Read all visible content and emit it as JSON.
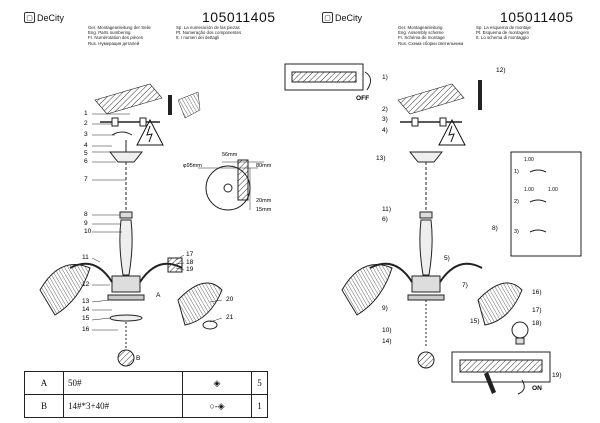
{
  "brand": "DeCity",
  "product_code": "105011405",
  "header_left": [
    "Ger. Montageanleitung der Seile",
    "Eng. Parts numbering",
    "Fr. Numérotation des pièces",
    "Rus. Нумерация деталей"
  ],
  "header_right": [
    "Sp. La numeración de las piezas",
    "Pt. Numeração dos componentes",
    "It. I numeri dei dettagli"
  ],
  "header2_left": [
    "Ger. Montageanleitung",
    "Eng. Assembly scheme",
    "Fr. Schéma de montage",
    "Rus. Схема сборки светильника"
  ],
  "header2_right": [
    "Sp. La esquema de montaje",
    "Pt. Esquema de montagem",
    "It. Lo schema di montaggio"
  ],
  "left_labels": [
    "1",
    "2",
    "3",
    "4",
    "5",
    "6",
    "7",
    "8",
    "9",
    "10",
    "11",
    "12",
    "13",
    "14",
    "15",
    "16",
    "17",
    "18",
    "19",
    "20",
    "21",
    "A",
    "B"
  ],
  "dimensions": {
    "diameter": "φ95mm",
    "d1": "56mm",
    "d2": "80mm",
    "d3": "15mm",
    "d4": "20mm"
  },
  "right_labels": [
    "1)",
    "2)",
    "3)",
    "4)",
    "5)",
    "6)",
    "7)",
    "8)",
    "9)",
    "10)",
    "11)",
    "12)",
    "13)",
    "14)",
    "15)",
    "16)",
    "17)",
    "18)",
    "19)"
  ],
  "switch_off": "OFF",
  "switch_on": "ON",
  "wire_steps": [
    "1)",
    "2)",
    "3)"
  ],
  "wire_dims": [
    "1.00",
    "1.00",
    "1.00"
  ],
  "parts_table": [
    {
      "id": "A",
      "spec": "50#",
      "qty": "5"
    },
    {
      "id": "B",
      "spec": "14#*3+40#",
      "qty": "1"
    }
  ]
}
